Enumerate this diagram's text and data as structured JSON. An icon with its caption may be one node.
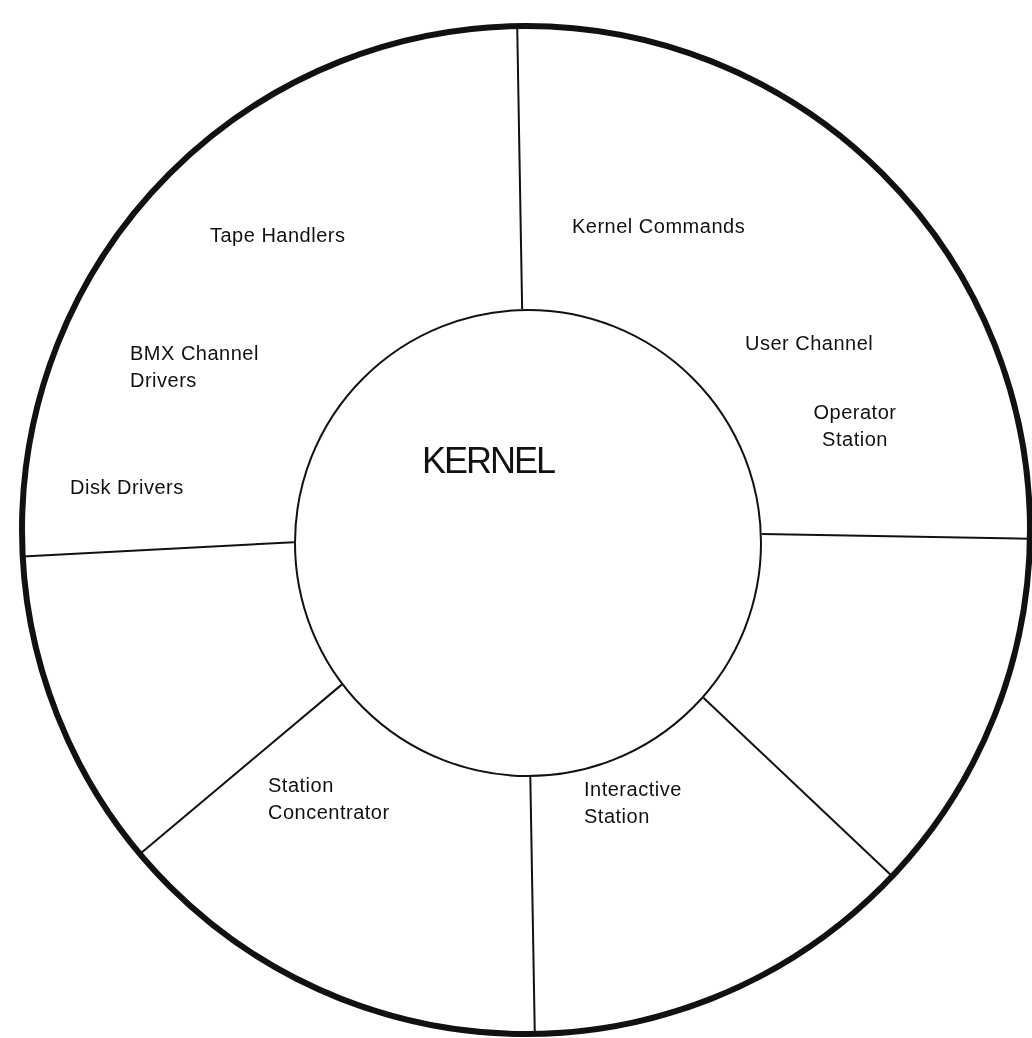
{
  "diagram": {
    "nodes": [
      {
        "text": [
          "Tape Handlers",
          "BMX Channel Drivers"
        ]
      },
      {
        "text": [
          "Kernel Commands",
          "User Channel"
        ]
      },
      {
        "text": [
          "KERNEL"
        ]
      },
      {
        "text": [
          "Disk Drivers"
        ]
      },
      {
        "text": [
          "Operator Station"
        ]
      },
      {
        "text": [
          "Station Concentrator"
        ]
      },
      {
        "text": [
          "Interactive Station"
        ]
      }
    ]
  }
}
